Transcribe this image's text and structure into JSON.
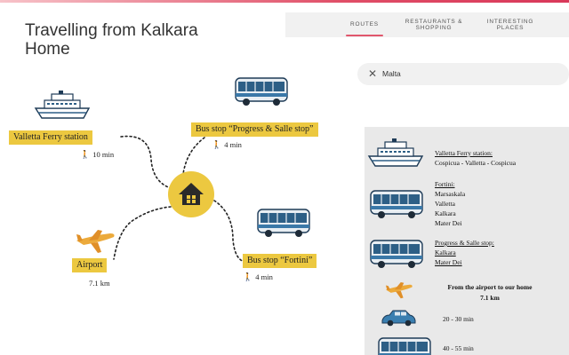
{
  "page": {
    "title": "Travelling from Kalkara Home"
  },
  "nav": {
    "tabs": [
      {
        "label": "ROUTES",
        "active": true
      },
      {
        "label": "RESTAURANTS & SHOPPING",
        "active": false
      },
      {
        "label": "INTERESTING PLACES",
        "active": false
      }
    ]
  },
  "search": {
    "value": "Malta",
    "clear_icon": "close-icon"
  },
  "map": {
    "home_icon": "home-icon",
    "ferry": {
      "label": "Valletta Ferry station",
      "time": "10 min",
      "icon": "ferry-icon"
    },
    "bus_progress": {
      "label": "Bus stop “Progress & Salle stop”",
      "time": "4 min",
      "icon": "bus-icon"
    },
    "bus_fortini": {
      "label": "Bus stop “Fortini”",
      "time": "4 min",
      "icon": "bus-icon"
    },
    "airport": {
      "label": "Airport",
      "distance": "7.1 km",
      "icon": "airplane-icon"
    },
    "walk_icon": "walking-person-icon"
  },
  "panel": {
    "ferry": {
      "title": "Valletta Ferry station:",
      "route": "Cospicua - Valletta - Cospicua"
    },
    "fortini": {
      "title": "Fortini:",
      "stops": [
        "Marsaskala",
        "Valletta",
        "Kalkara",
        "Mater Dei"
      ]
    },
    "progress": {
      "title": "Progress & Salle stop:",
      "stops": [
        "Kalkara",
        "Mater Dei"
      ]
    },
    "airport": {
      "title": "From the airport to our home",
      "distance": "7.1 km"
    },
    "car_time": "20 - 30 min",
    "bus_time": "40 - 55 min"
  },
  "colors": {
    "accent": "#e0566c",
    "label_bg": "#ecc840",
    "panel_bg": "#e9e9e9"
  }
}
